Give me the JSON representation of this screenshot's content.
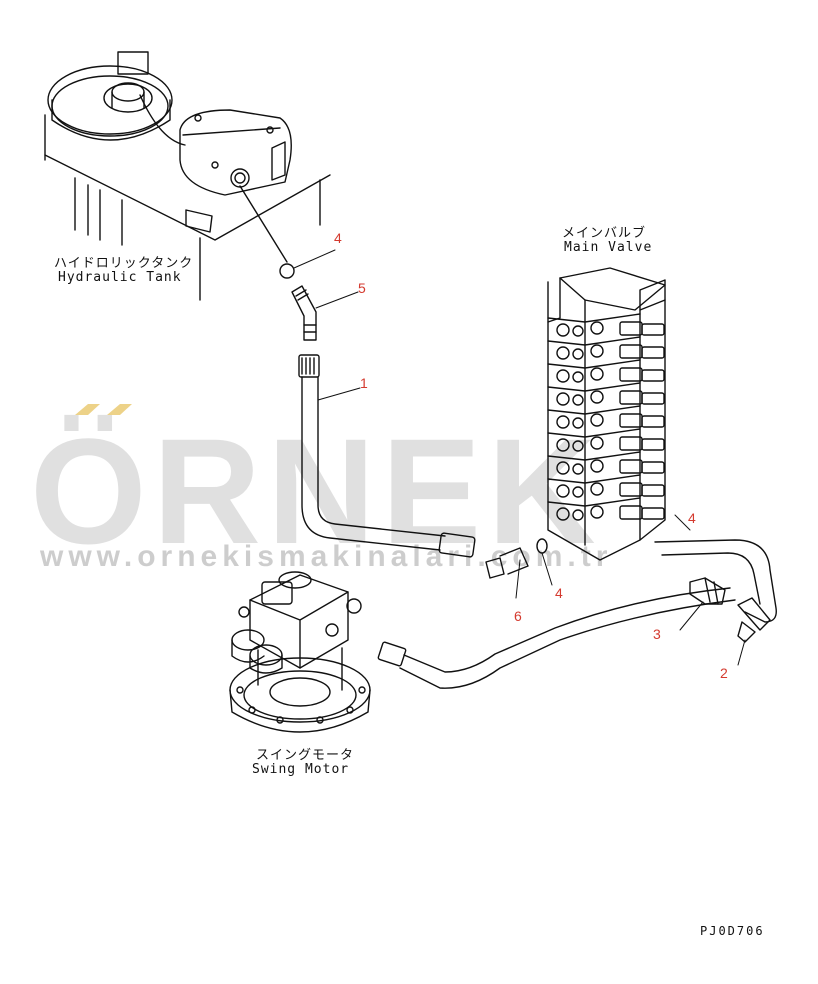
{
  "labels": {
    "hydraulic_tank_jp": "ハイドロリックタンク",
    "hydraulic_tank_en": "Hydraulic Tank",
    "main_valve_jp": "メインバルブ",
    "main_valve_en": "Main Valve",
    "swing_motor_jp": "スイングモータ",
    "swing_motor_en": "Swing Motor"
  },
  "part_numbers": {
    "p1": "1",
    "p2": "2",
    "p3": "3",
    "p4a": "4",
    "p4b": "4",
    "p4c": "4",
    "p5": "5",
    "p6": "6"
  },
  "watermark": {
    "brand": "ÖRNEK",
    "url": "www.ornekismakinalari.com.tr"
  },
  "drawing_code": "PJ0D706",
  "colors": {
    "line": "#111111",
    "callout": "#d43a2f",
    "watermark": "#c8c8c8",
    "watermark_accent": "#e8c76a"
  }
}
